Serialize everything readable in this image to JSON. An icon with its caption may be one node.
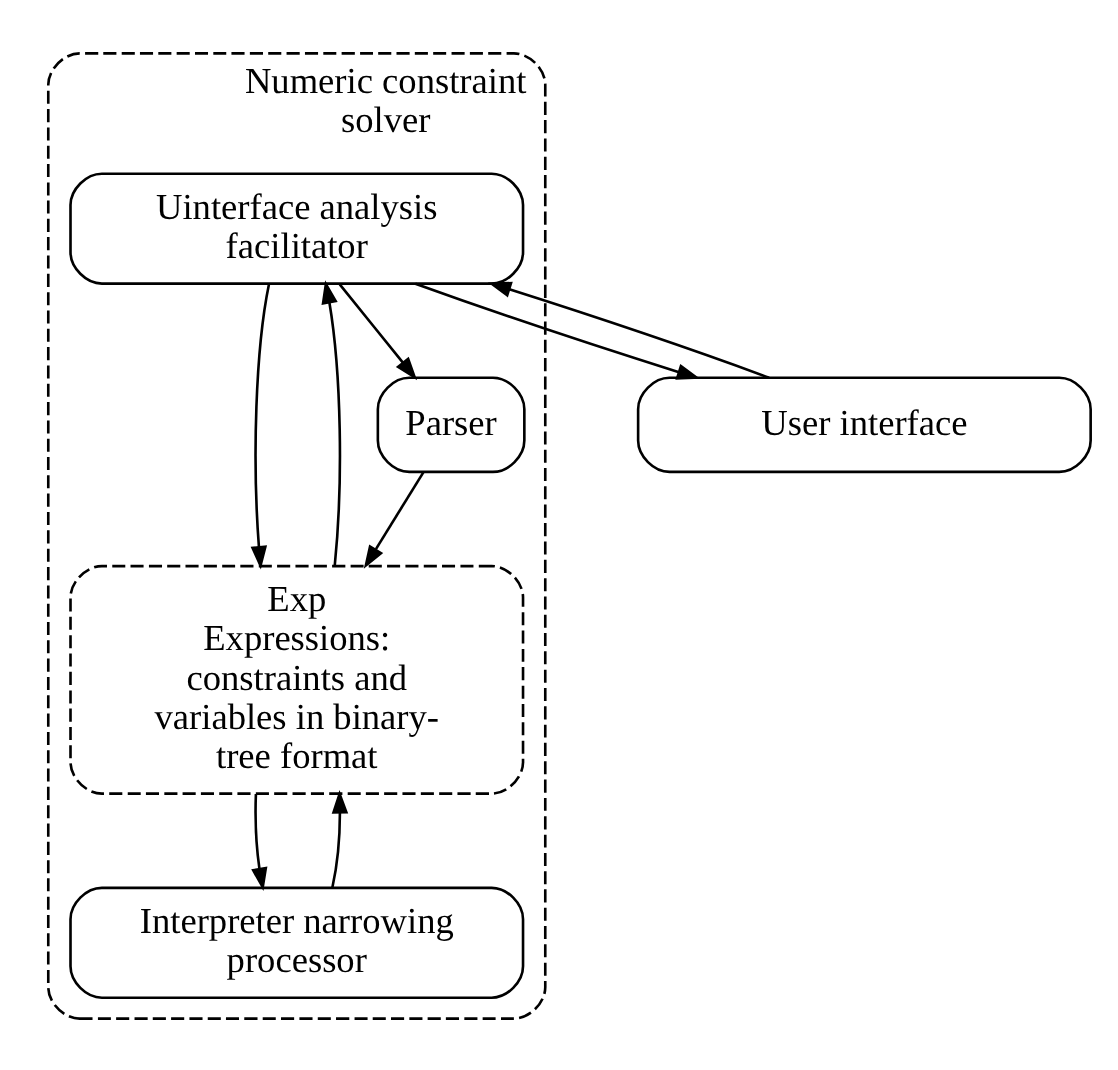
{
  "diagram": {
    "nodes": [
      {
        "text": [
          "Numeric constraint solver"
        ]
      },
      {
        "text": [
          "User interface"
        ]
      },
      {
        "text": [
          "Uinterface analysis facilitator"
        ],
        "in": 0
      },
      {
        "text": [
          "Exp",
          "Expressions: constraints and variables in binary-tree format"
        ],
        "in": 0
      },
      {
        "text": [
          "Parser"
        ],
        "in": 0
      },
      {
        "text": [
          "Interpreter narrowing processor"
        ],
        "in": 0
      }
    ],
    "edges": [
      {
        "from": 1,
        "to": 2,
        "arrow": "to"
      },
      {
        "from": 2,
        "to": 1,
        "arrow": "to"
      },
      {
        "from": 2,
        "to": 3,
        "arrow": "to"
      },
      {
        "from": 3,
        "to": 2,
        "arrow": "to"
      },
      {
        "from": 2,
        "to": 4,
        "arrow": "to"
      },
      {
        "from": 4,
        "to": 3,
        "arrow": "to"
      },
      {
        "from": 3,
        "to": 5,
        "arrow": "to"
      },
      {
        "from": 5,
        "to": 3,
        "arrow": "to"
      }
    ]
  }
}
